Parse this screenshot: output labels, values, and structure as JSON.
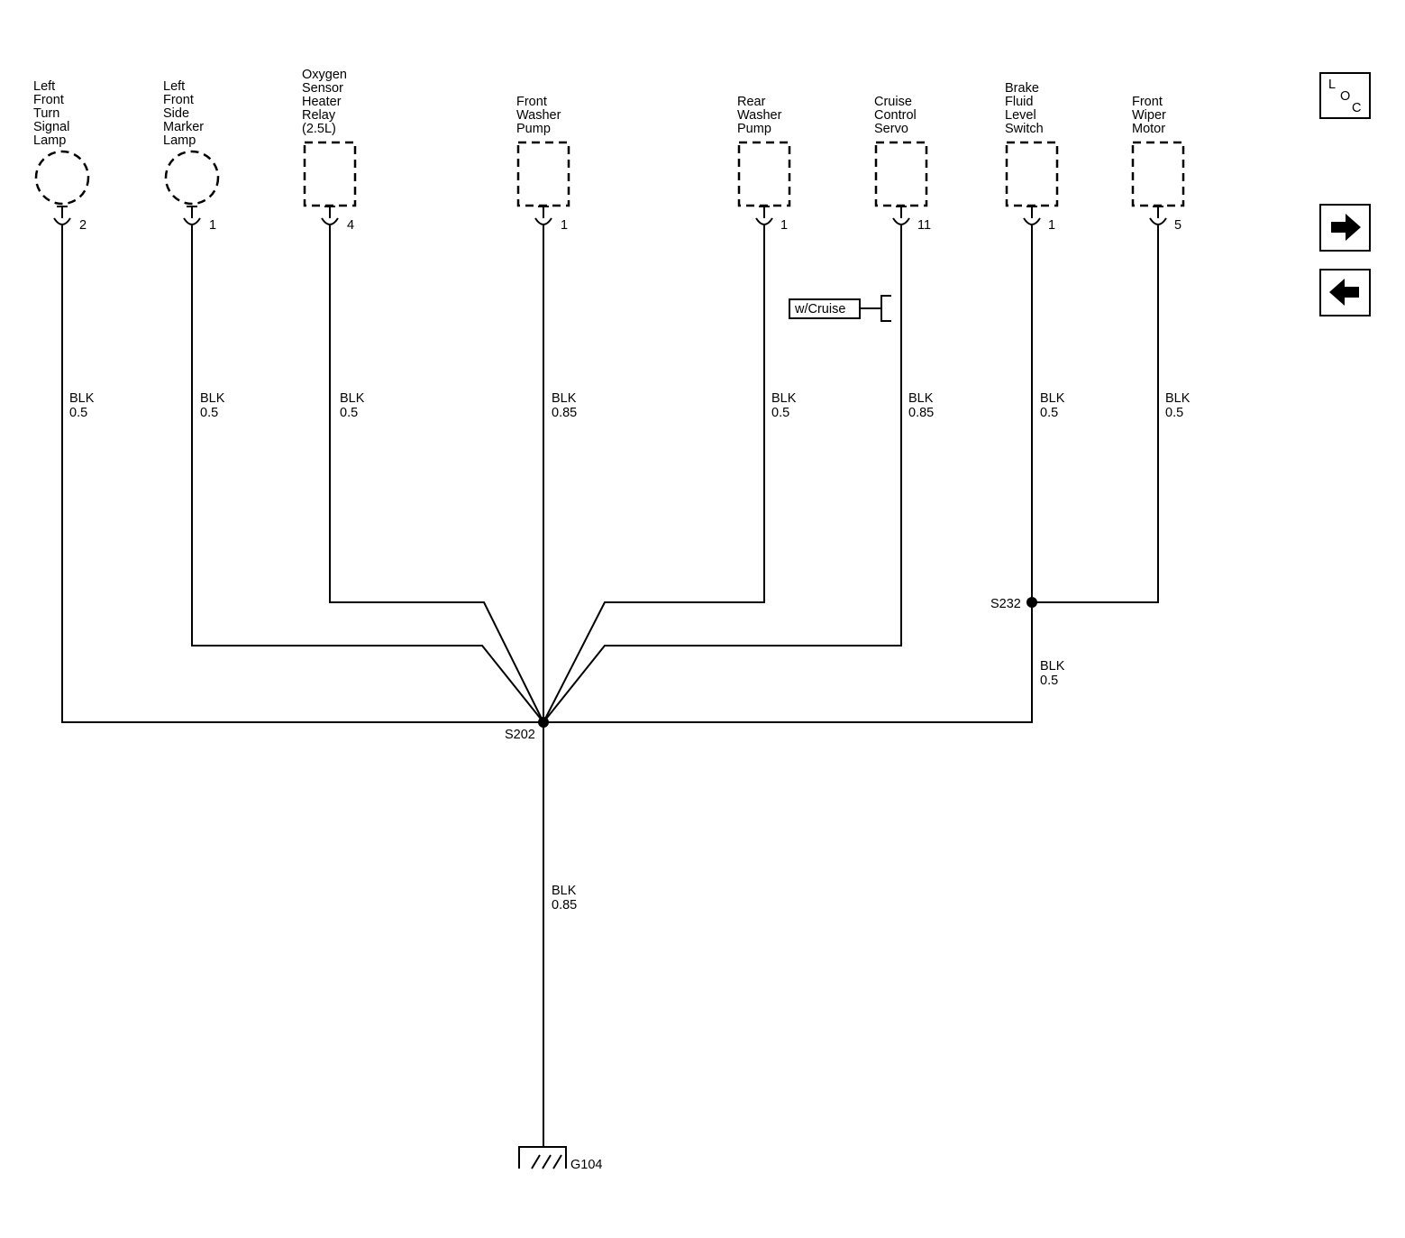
{
  "components": [
    {
      "id": "left-front-turn-signal-lamp",
      "lines": [
        "Left",
        "Front",
        "Turn",
        "Signal",
        "Lamp"
      ],
      "shape": "lamp",
      "pin": "2",
      "wire": {
        "color": "BLK",
        "size": "0.5"
      }
    },
    {
      "id": "left-front-side-marker-lamp",
      "lines": [
        "Left",
        "Front",
        "Side",
        "Marker",
        "Lamp"
      ],
      "shape": "lamp",
      "pin": "1",
      "wire": {
        "color": "BLK",
        "size": "0.5"
      }
    },
    {
      "id": "oxygen-sensor-heater-relay",
      "lines": [
        "Oxygen",
        "Sensor",
        "Heater",
        "Relay",
        "(2.5L)"
      ],
      "shape": "box",
      "pin": "4",
      "wire": {
        "color": "BLK",
        "size": "0.5"
      }
    },
    {
      "id": "front-washer-pump",
      "lines": [
        "Front",
        "Washer",
        "Pump"
      ],
      "shape": "box",
      "pin": "1",
      "wire": {
        "color": "BLK",
        "size": "0.85"
      }
    },
    {
      "id": "rear-washer-pump",
      "lines": [
        "Rear",
        "Washer",
        "Pump"
      ],
      "shape": "box",
      "pin": "1",
      "wire": {
        "color": "BLK",
        "size": "0.5"
      }
    },
    {
      "id": "cruise-control-servo",
      "lines": [
        "Cruise",
        "Control",
        "Servo"
      ],
      "shape": "box",
      "pin": "11",
      "wire": {
        "color": "BLK",
        "size": "0.85"
      }
    },
    {
      "id": "brake-fluid-level-switch",
      "lines": [
        "Brake",
        "Fluid",
        "Level",
        "Switch"
      ],
      "shape": "box",
      "pin": "1",
      "wire": {
        "color": "BLK",
        "size": "0.5"
      }
    },
    {
      "id": "front-wiper-motor",
      "lines": [
        "Front",
        "Wiper",
        "Motor"
      ],
      "shape": "box",
      "pin": "5",
      "wire": {
        "color": "BLK",
        "size": "0.5"
      }
    }
  ],
  "option_label": "w/Cruise",
  "splices": {
    "main": "S202",
    "secondary": "S232"
  },
  "splice_wire": {
    "color": "BLK",
    "size": "0.5"
  },
  "ground_wire": {
    "color": "BLK",
    "size": "0.85"
  },
  "ground": "G104",
  "nav": {
    "loc": {
      "l": "L",
      "o": "O",
      "c": "C"
    },
    "forward_icon": "arrow-right-icon",
    "back_icon": "arrow-left-icon"
  }
}
